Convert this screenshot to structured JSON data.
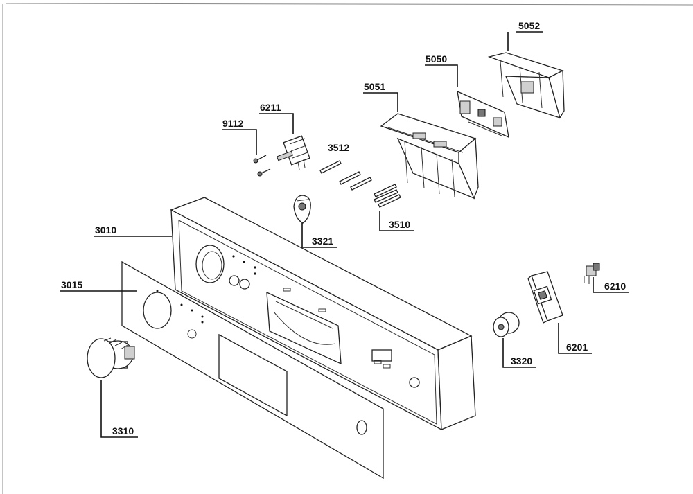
{
  "callouts": {
    "c5052": "5052",
    "c5050": "5050",
    "c5051": "5051",
    "c6211": "6211",
    "c9112": "9112",
    "c3512": "3512",
    "c3010": "3010",
    "c3015": "3015",
    "c3321": "3321",
    "c3510": "3510",
    "c6210": "6210",
    "c6201": "6201",
    "c3320": "3320",
    "c3310": "3310"
  }
}
